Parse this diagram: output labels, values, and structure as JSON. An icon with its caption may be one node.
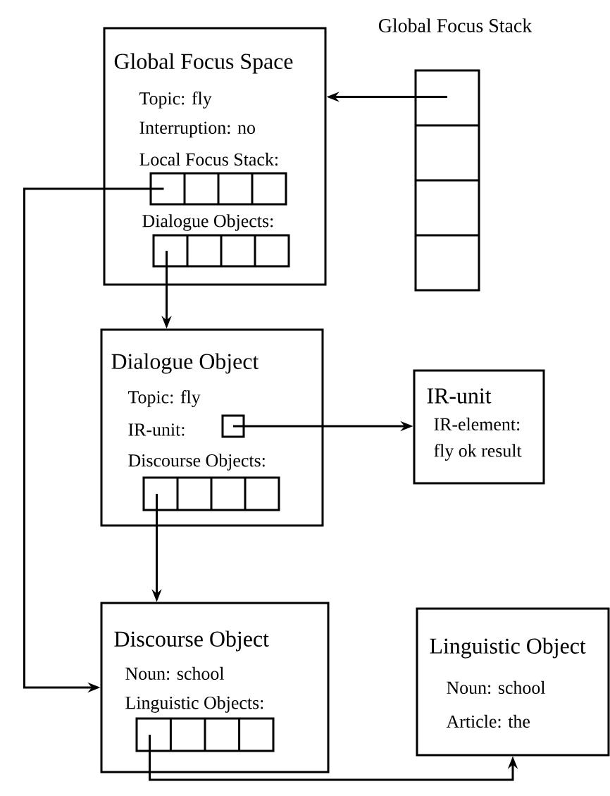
{
  "diagram": {
    "nodes": [
      {
        "text": [
          "Global Focus Space",
          "Topic: fly",
          "Interruption: no",
          "Local Focus Stack:",
          "Dialogue Objects:"
        ]
      },
      {
        "text": [],
        "shape": "box",
        "in": 0
      },
      {
        "text": [],
        "shape": "box",
        "in": 0
      },
      {
        "text": [
          "Global Focus Stack"
        ]
      },
      {
        "text": [
          "Dialogue Object",
          "Topic: fly",
          "IR-unit:",
          "Discourse Objects:"
        ]
      },
      {
        "text": [],
        "shape": "box",
        "in": 4
      },
      {
        "text": [],
        "shape": "box",
        "in": 4
      },
      {
        "text": [
          "IR-unit",
          "IR-element:",
          "fly ok result"
        ]
      },
      {
        "text": [
          "Discourse Object",
          "Noun: school",
          "Linguistic Objects:"
        ]
      },
      {
        "text": [],
        "shape": "box",
        "in": 8
      },
      {
        "text": [
          "Linguistic Object",
          "Noun: school",
          "Article: the"
        ]
      }
    ],
    "edges": [
      {
        "from": 3,
        "to": 0,
        "arrow": "to"
      },
      {
        "from": 1,
        "to": 8,
        "arrow": "to"
      },
      {
        "from": 2,
        "to": 4,
        "arrow": "to"
      },
      {
        "from": 5,
        "to": 7,
        "arrow": "to"
      },
      {
        "from": 6,
        "to": 8,
        "arrow": "to"
      },
      {
        "from": 9,
        "to": 10,
        "arrow": "to"
      }
    ]
  }
}
